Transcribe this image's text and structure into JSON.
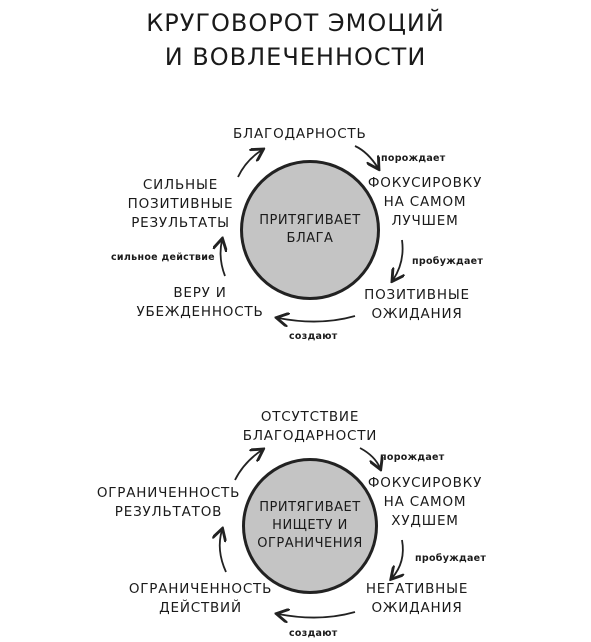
{
  "title": {
    "line1": "Круговорот эмоций",
    "line2": "и вовлеченности"
  },
  "positive_cycle": {
    "center": [
      "Притягивает",
      "блага"
    ],
    "nodes": {
      "gratitude": [
        "Благодарность"
      ],
      "focus": [
        "Фокусировку",
        "на самом",
        "лучшем"
      ],
      "expectations": [
        "Позитивные",
        "ожидания"
      ],
      "belief": [
        "Веру и",
        "убежденность"
      ],
      "results": [
        "Сильные",
        "позитивные",
        "результаты"
      ]
    },
    "edges": {
      "generates": "порождает",
      "awakens": "пробуждает",
      "creates": "создают",
      "strong_action": "сильное действие"
    }
  },
  "negative_cycle": {
    "center": [
      "Притягивает",
      "нищету и",
      "ограничения"
    ],
    "nodes": {
      "no_gratitude": [
        "Отсутствие",
        "благодарности"
      ],
      "focus": [
        "Фокусировку",
        "на самом",
        "худшем"
      ],
      "expectations": [
        "Негативные",
        "ожидания"
      ],
      "limited_actions": [
        "Ограниченность",
        "действий"
      ],
      "limited_results": [
        "Ограниченность",
        "результатов"
      ]
    },
    "edges": {
      "generates": "порождает",
      "awakens": "пробуждает",
      "creates": "создают"
    }
  }
}
